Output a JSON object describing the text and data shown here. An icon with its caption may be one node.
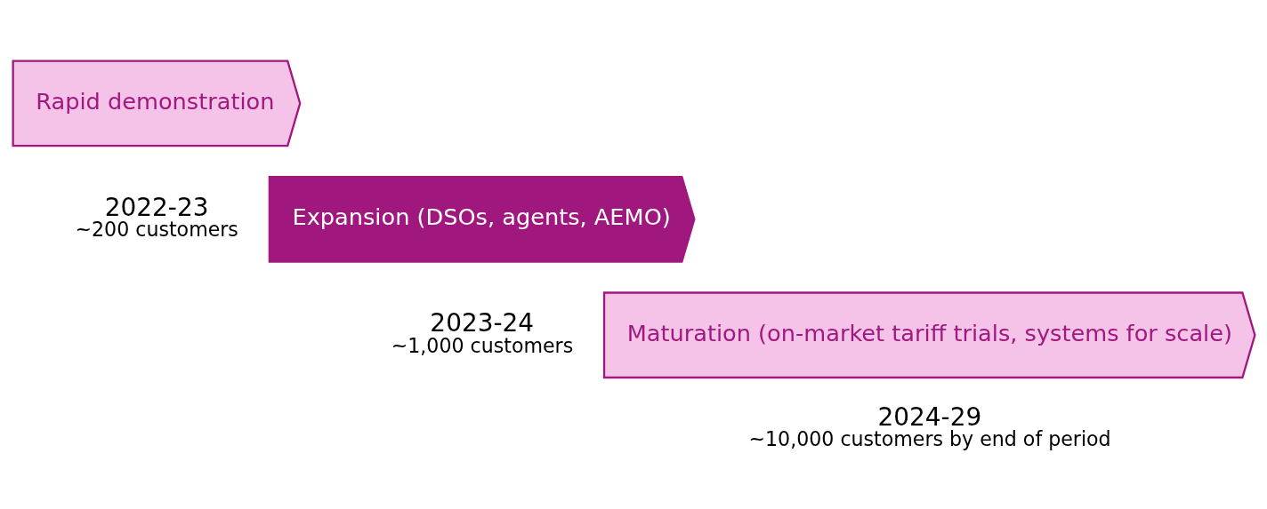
{
  "diagram": {
    "nodes": [
      {
        "text": [
          "Rapid demonstration"
        ],
        "beside": [
          "2022-23",
          "~200 customers"
        ]
      },
      {
        "text": [
          "Expansion (DSOs, agents, AEMO)"
        ],
        "beside": [
          "2023-24",
          "~1,000 customers"
        ]
      },
      {
        "text": [
          "Maturation (on-market tariff trials, systems for scale)"
        ],
        "beside": [
          "2024-29",
          "~10,000 customers by end of period"
        ]
      }
    ]
  }
}
